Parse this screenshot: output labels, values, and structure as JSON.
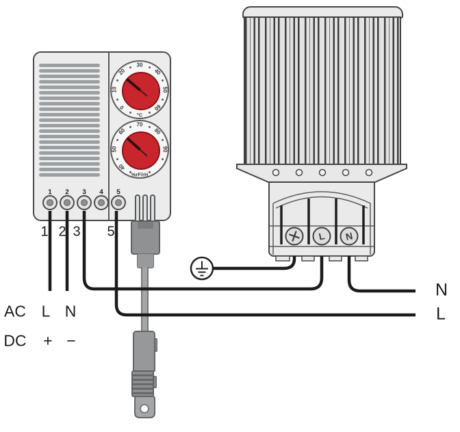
{
  "hygrotherm": {
    "terminal_numbers": [
      "1",
      "2",
      "3",
      "4",
      "5"
    ],
    "wire_numbers": [
      "1",
      "2",
      "3",
      "5"
    ],
    "temperature_dial": {
      "unit": "°C",
      "scale": [
        "0",
        "10",
        "20",
        "30",
        "40",
        "50",
        "60"
      ]
    },
    "humidity_dial": {
      "unit": "%rF/rH",
      "scale": [
        "40",
        "50",
        "60",
        "70",
        "80",
        "90"
      ]
    }
  },
  "heater": {
    "terminal_line": "L",
    "terminal_neutral": "N"
  },
  "supply": {
    "ac_label": "AC",
    "ac_line": "L",
    "ac_neutral": "N",
    "dc_label": "DC",
    "dc_plus": "+",
    "dc_minus": "−"
  },
  "mains_right": {
    "neutral": "N",
    "line": "L"
  },
  "colors": {
    "knob_red": "#c8262c",
    "wire_black": "#1b1b1b",
    "body_gray": "#ececec",
    "cable_gray": "#9c9e9f"
  }
}
